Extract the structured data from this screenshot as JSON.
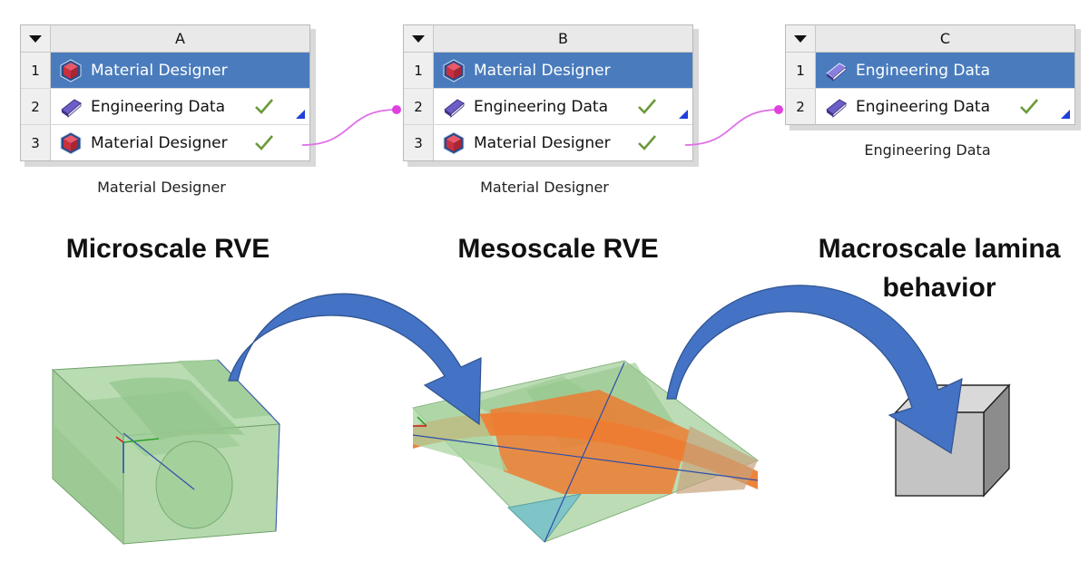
{
  "systems": [
    {
      "letter": "A",
      "caption": "Material Designer",
      "rows": [
        {
          "num": "1",
          "label": "Material Designer",
          "icon": "material-designer-icon",
          "selected": true
        },
        {
          "num": "2",
          "label": "Engineering Data",
          "icon": "engineering-data-icon",
          "status": "check"
        },
        {
          "num": "3",
          "label": "Material Designer",
          "icon": "material-designer-icon",
          "status": "check"
        }
      ]
    },
    {
      "letter": "B",
      "caption": "Material Designer",
      "rows": [
        {
          "num": "1",
          "label": "Material Designer",
          "icon": "material-designer-icon",
          "selected": true
        },
        {
          "num": "2",
          "label": "Engineering Data",
          "icon": "engineering-data-icon",
          "status": "check"
        },
        {
          "num": "3",
          "label": "Material Designer",
          "icon": "material-designer-icon",
          "status": "check"
        }
      ]
    },
    {
      "letter": "C",
      "caption": "Engineering Data",
      "rows": [
        {
          "num": "1",
          "label": "Engineering Data",
          "icon": "engineering-data-icon",
          "selected": true
        },
        {
          "num": "2",
          "label": "Engineering Data",
          "icon": "engineering-data-icon",
          "status": "check"
        }
      ]
    }
  ],
  "headings": {
    "micro": "Microscale RVE",
    "meso": "Mesoscale RVE",
    "macro_line1": "Macroscale lamina",
    "macro_line2": "behavior"
  },
  "colors": {
    "selected_row": "#4a7cbd",
    "link": "#e070e8",
    "check": "#6a9a3a",
    "arrow": "#4472c4",
    "rve_green": "#a8d3a0",
    "fiber_orange": "#ed7d31",
    "cube_gray": "#bfbfbf"
  }
}
